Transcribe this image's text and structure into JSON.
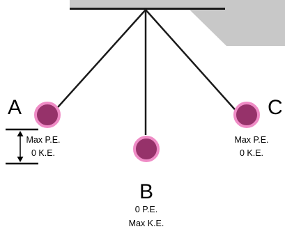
{
  "colors": {
    "bob_fill": "#96326a",
    "bob_ring": "#ef8cc6",
    "string": "#1a1a1a",
    "support": "#c8c8c8",
    "ceiling": "#1a1a1a"
  },
  "positions": {
    "A": {
      "letter": "A",
      "energy_line1": "Max P.E.",
      "energy_line2": "0 K.E."
    },
    "B": {
      "letter": "B",
      "energy_line1": "0 P.E.",
      "energy_line2": "Max K.E."
    },
    "C": {
      "letter": "C",
      "energy_line1": "Max P.E.",
      "energy_line2": "0 K.E."
    }
  }
}
